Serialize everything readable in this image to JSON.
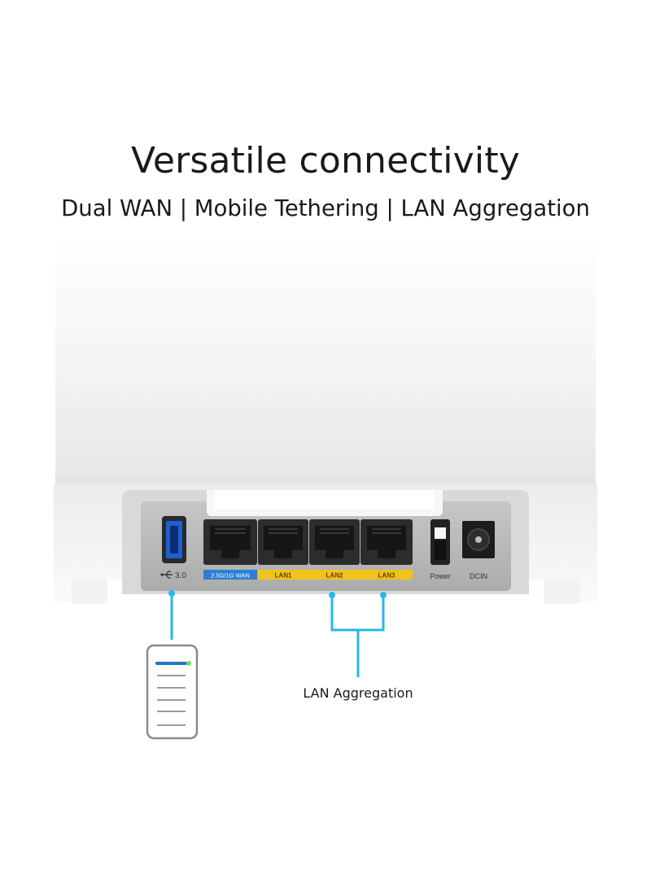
{
  "headline": "Versatile connectivity",
  "subheadline": "Dual WAN | Mobile Tethering | LAN Aggregation",
  "router": {
    "ports": {
      "usb": "3.0",
      "wan": "2.5G/1G WAN",
      "lan1": "LAN1",
      "lan2": "LAN2",
      "lan3": "LAN3",
      "power": "Power",
      "dcin": "DCIN"
    }
  },
  "annotation": {
    "lan_aggregation": "LAN Aggregation"
  },
  "colors": {
    "callout_line": "#29b6e8",
    "wan_strip": "#2d7fd6",
    "lan_strip": "#f2c21b",
    "port_panel": "#b9b9b9",
    "phone_accent": "#1f78c8",
    "phone_dot": "#7ed957"
  },
  "icons": [
    "usb-icon",
    "ethernet-port-icon",
    "power-button-icon",
    "dc-jack-icon",
    "smartphone-icon"
  ]
}
